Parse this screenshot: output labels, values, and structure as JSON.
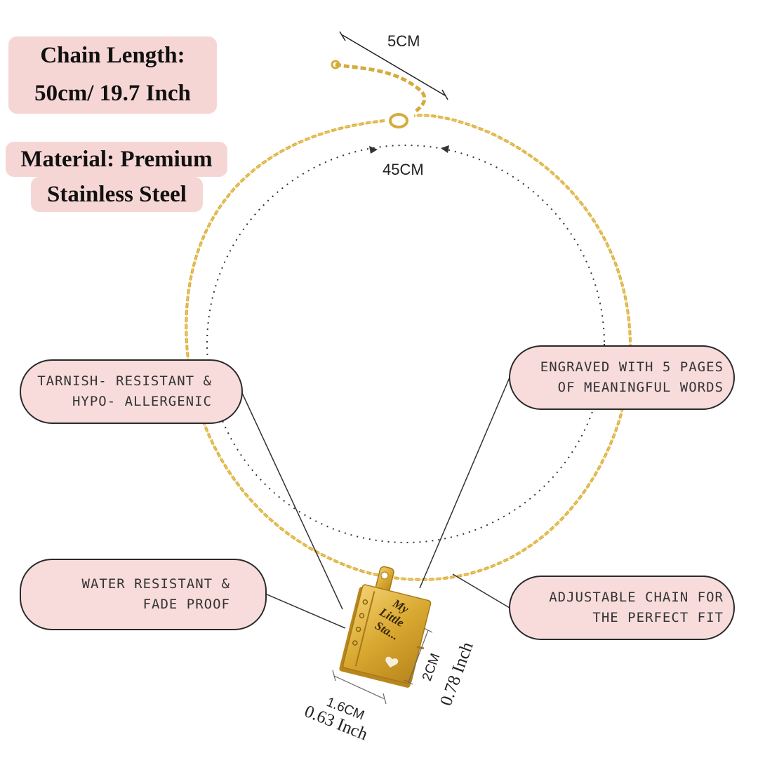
{
  "info": {
    "chain_length_line1": "Chain Length:",
    "chain_length_line2": "50cm/ 19.7 Inch",
    "material_line1": "Material: Premium",
    "material_line2": "Stainless Steel"
  },
  "callouts": {
    "tarnish_line1": "TARNISH- RESISTANT &",
    "tarnish_line2": "HYPO- ALLERGENIC",
    "water_line1": "WATER RESISTANT &",
    "water_line2": "FADE PROOF",
    "engraved_line1": "ENGRAVED WITH 5 PAGES",
    "engraved_line2": "OF MEANINGFUL WORDS",
    "adjustable_line1": "ADJUSTABLE CHAIN FOR",
    "adjustable_line2": "THE PERFECT FIT"
  },
  "dimensions": {
    "extender": "5CM",
    "chain": "45CM",
    "pendant_width_cm": "1.6CM",
    "pendant_width_in": "0.63 Inch",
    "pendant_height_cm": "2CM",
    "pendant_height_in": "0.78 Inch"
  },
  "pendant": {
    "engraving_line1": "My",
    "engraving_line2": "Little",
    "engraving_line3": "Sta..."
  },
  "colors": {
    "gold": "#d9b040",
    "pill_bg": "#f8dcdc",
    "info_bg": "#f6d6d5"
  }
}
